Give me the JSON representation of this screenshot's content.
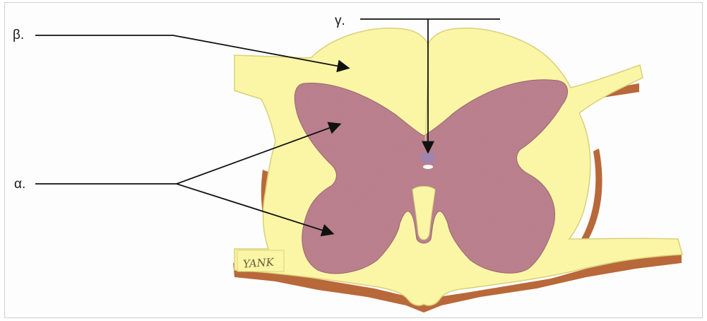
{
  "labels": {
    "beta": "β.",
    "alpha": "α.",
    "gamma": "γ."
  },
  "signature": "YANK",
  "colors": {
    "white_matter": "#fbf6a5",
    "white_matter_stroke": "#d9d07a",
    "gray_matter": "#b97a88",
    "gray_matter_stroke": "#9a5e6c",
    "shadow": "#b9683a",
    "central_canal": "#ffffff",
    "leader_lines": "#111111"
  }
}
